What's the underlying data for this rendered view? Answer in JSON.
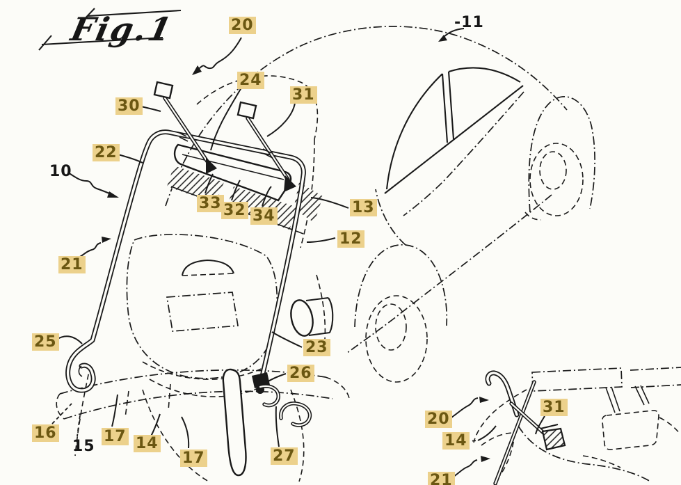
{
  "figure": {
    "title": "Fig.1",
    "description": "Patent drawing: luggage rack (10) mounted over rear engine lid of automobile (11), with detail inset"
  },
  "colors": {
    "background": "#fcfcf8",
    "ink": "#1a1a1a",
    "highlight_background": "#ecd18c",
    "highlight_text": "#6b5712",
    "plain_label_text": "#161616"
  },
  "labels": [
    {
      "text": "20",
      "highlighted": true
    },
    {
      "text": "-11",
      "highlighted": false
    },
    {
      "text": "24",
      "highlighted": true
    },
    {
      "text": "31",
      "highlighted": true
    },
    {
      "text": "30",
      "highlighted": true
    },
    {
      "text": "22",
      "highlighted": true
    },
    {
      "text": "10",
      "highlighted": false
    },
    {
      "text": "33",
      "highlighted": true
    },
    {
      "text": "32",
      "highlighted": true
    },
    {
      "text": "34",
      "highlighted": true
    },
    {
      "text": "13",
      "highlighted": true
    },
    {
      "text": "12",
      "highlighted": true
    },
    {
      "text": "21",
      "highlighted": true
    },
    {
      "text": "25",
      "highlighted": true
    },
    {
      "text": "23",
      "highlighted": true
    },
    {
      "text": "26",
      "highlighted": true
    },
    {
      "text": "16",
      "highlighted": true
    },
    {
      "text": "15",
      "highlighted": false
    },
    {
      "text": "17",
      "highlighted": true
    },
    {
      "text": "14",
      "highlighted": true
    },
    {
      "text": "17",
      "highlighted": true
    },
    {
      "text": "27",
      "highlighted": true
    },
    {
      "text": "20",
      "highlighted": true
    },
    {
      "text": "31",
      "highlighted": true
    },
    {
      "text": "14",
      "highlighted": true
    },
    {
      "text": "21",
      "highlighted": true
    }
  ]
}
